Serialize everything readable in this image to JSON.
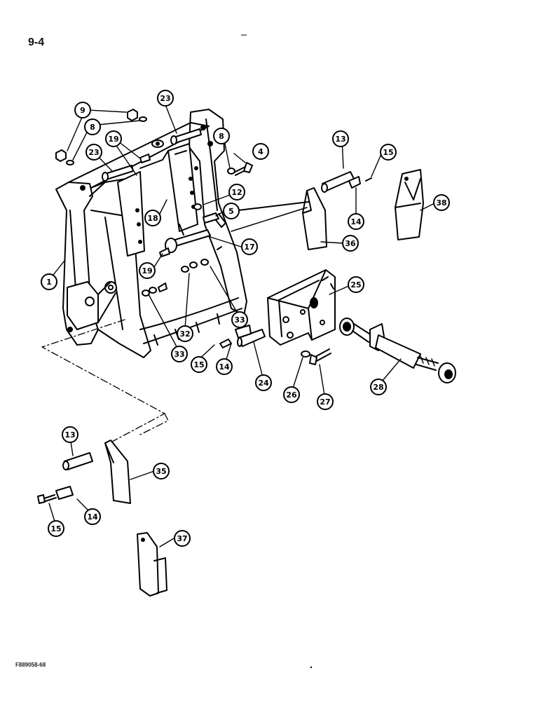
{
  "page_number": "9-4",
  "figure_code": "F889058-68",
  "callouts": [
    "9",
    "8",
    "23",
    "19",
    "23",
    "8",
    "4",
    "12",
    "5",
    "18",
    "17",
    "19",
    "1",
    "32",
    "33",
    "33",
    "13",
    "15",
    "14",
    "38",
    "36",
    "25",
    "15",
    "14",
    "24",
    "26",
    "27",
    "28",
    "13",
    "35",
    "15",
    "14",
    "37"
  ]
}
